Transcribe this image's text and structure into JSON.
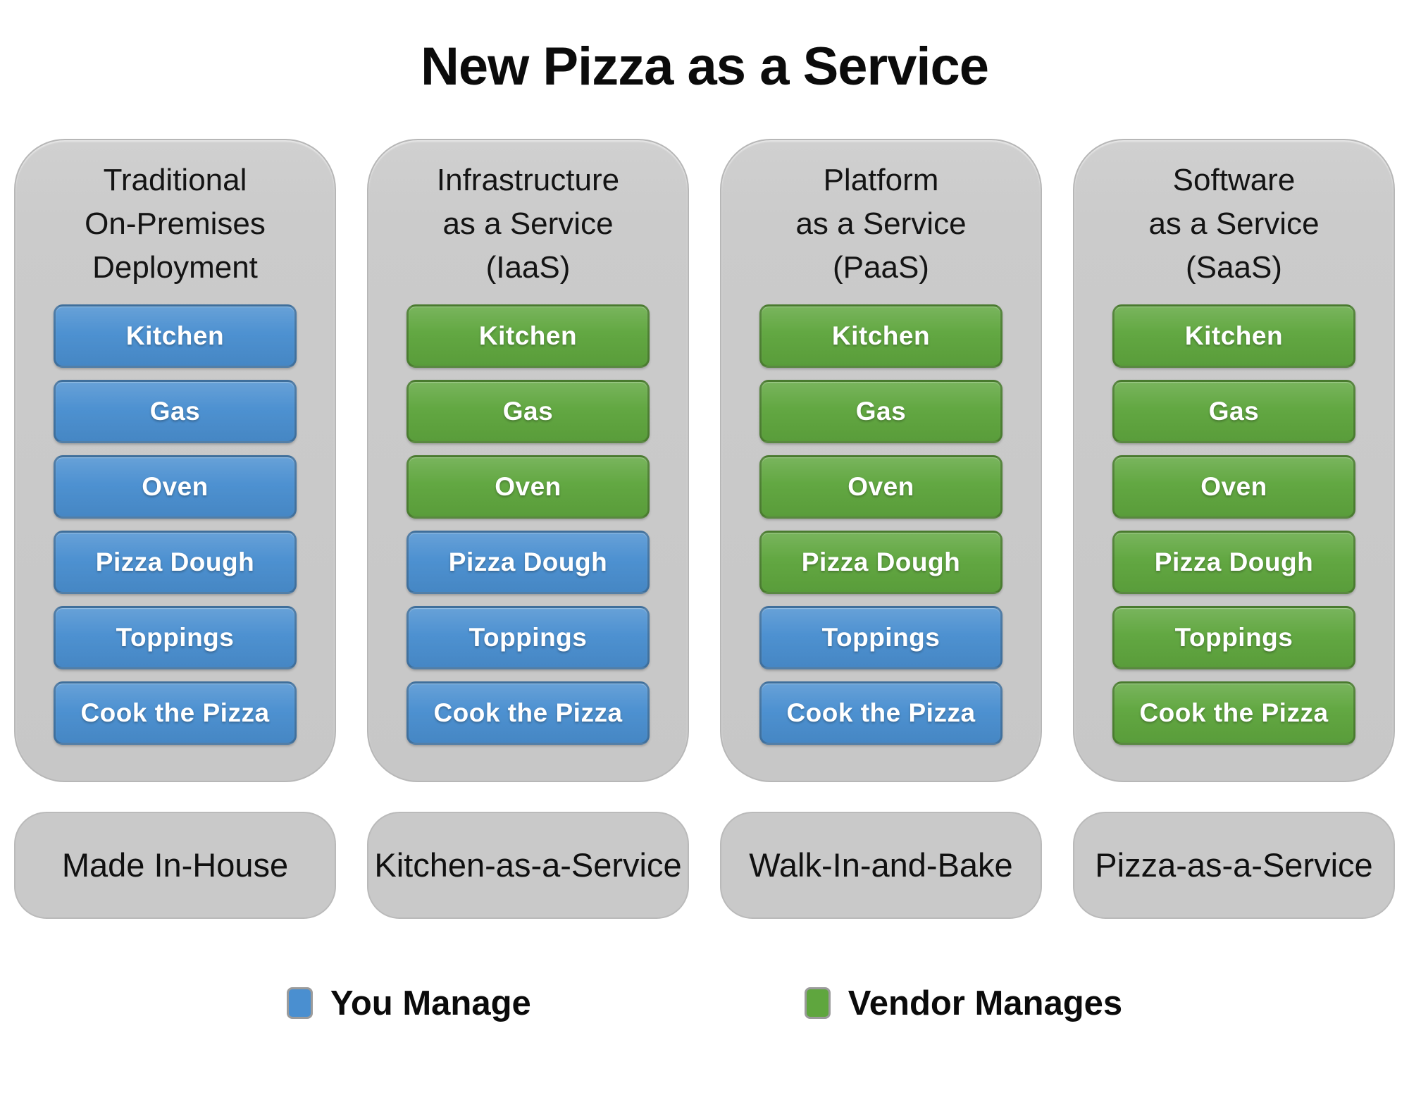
{
  "title": "New Pizza as a Service",
  "colors": {
    "you_manage": "#4a8fd0",
    "vendor_manages": "#5fa63e",
    "card_bg": "#cbcbcb",
    "footer_bg": "#c9c9c9",
    "page_bg": "#ffffff"
  },
  "legend": [
    {
      "label": "You Manage",
      "owner": "you"
    },
    {
      "label": "Vendor Manages",
      "owner": "vendor"
    }
  ],
  "columns": [
    {
      "header_lines": [
        "Traditional",
        "On-Premises",
        "Deployment"
      ],
      "footer": "Made In-House",
      "items": [
        {
          "label": "Kitchen",
          "managed_by": "you"
        },
        {
          "label": "Gas",
          "managed_by": "you"
        },
        {
          "label": "Oven",
          "managed_by": "you"
        },
        {
          "label": "Pizza Dough",
          "managed_by": "you"
        },
        {
          "label": "Toppings",
          "managed_by": "you"
        },
        {
          "label": "Cook the Pizza",
          "managed_by": "you"
        }
      ]
    },
    {
      "header_lines": [
        "Infrastructure",
        "as a Service",
        "(IaaS)"
      ],
      "footer": "Kitchen-as-a-Service",
      "items": [
        {
          "label": "Kitchen",
          "managed_by": "vendor"
        },
        {
          "label": "Gas",
          "managed_by": "vendor"
        },
        {
          "label": "Oven",
          "managed_by": "vendor"
        },
        {
          "label": "Pizza Dough",
          "managed_by": "you"
        },
        {
          "label": "Toppings",
          "managed_by": "you"
        },
        {
          "label": "Cook the Pizza",
          "managed_by": "you"
        }
      ]
    },
    {
      "header_lines": [
        "Platform",
        "as a Service",
        "(PaaS)"
      ],
      "footer": "Walk-In-and-Bake",
      "items": [
        {
          "label": "Kitchen",
          "managed_by": "vendor"
        },
        {
          "label": "Gas",
          "managed_by": "vendor"
        },
        {
          "label": "Oven",
          "managed_by": "vendor"
        },
        {
          "label": "Pizza Dough",
          "managed_by": "vendor"
        },
        {
          "label": "Toppings",
          "managed_by": "you"
        },
        {
          "label": "Cook the Pizza",
          "managed_by": "you"
        }
      ]
    },
    {
      "header_lines": [
        "Software",
        "as a Service",
        "(SaaS)"
      ],
      "footer": "Pizza-as-a-Service",
      "items": [
        {
          "label": "Kitchen",
          "managed_by": "vendor"
        },
        {
          "label": "Gas",
          "managed_by": "vendor"
        },
        {
          "label": "Oven",
          "managed_by": "vendor"
        },
        {
          "label": "Pizza Dough",
          "managed_by": "vendor"
        },
        {
          "label": "Toppings",
          "managed_by": "vendor"
        },
        {
          "label": "Cook the Pizza",
          "managed_by": "vendor"
        }
      ]
    }
  ]
}
